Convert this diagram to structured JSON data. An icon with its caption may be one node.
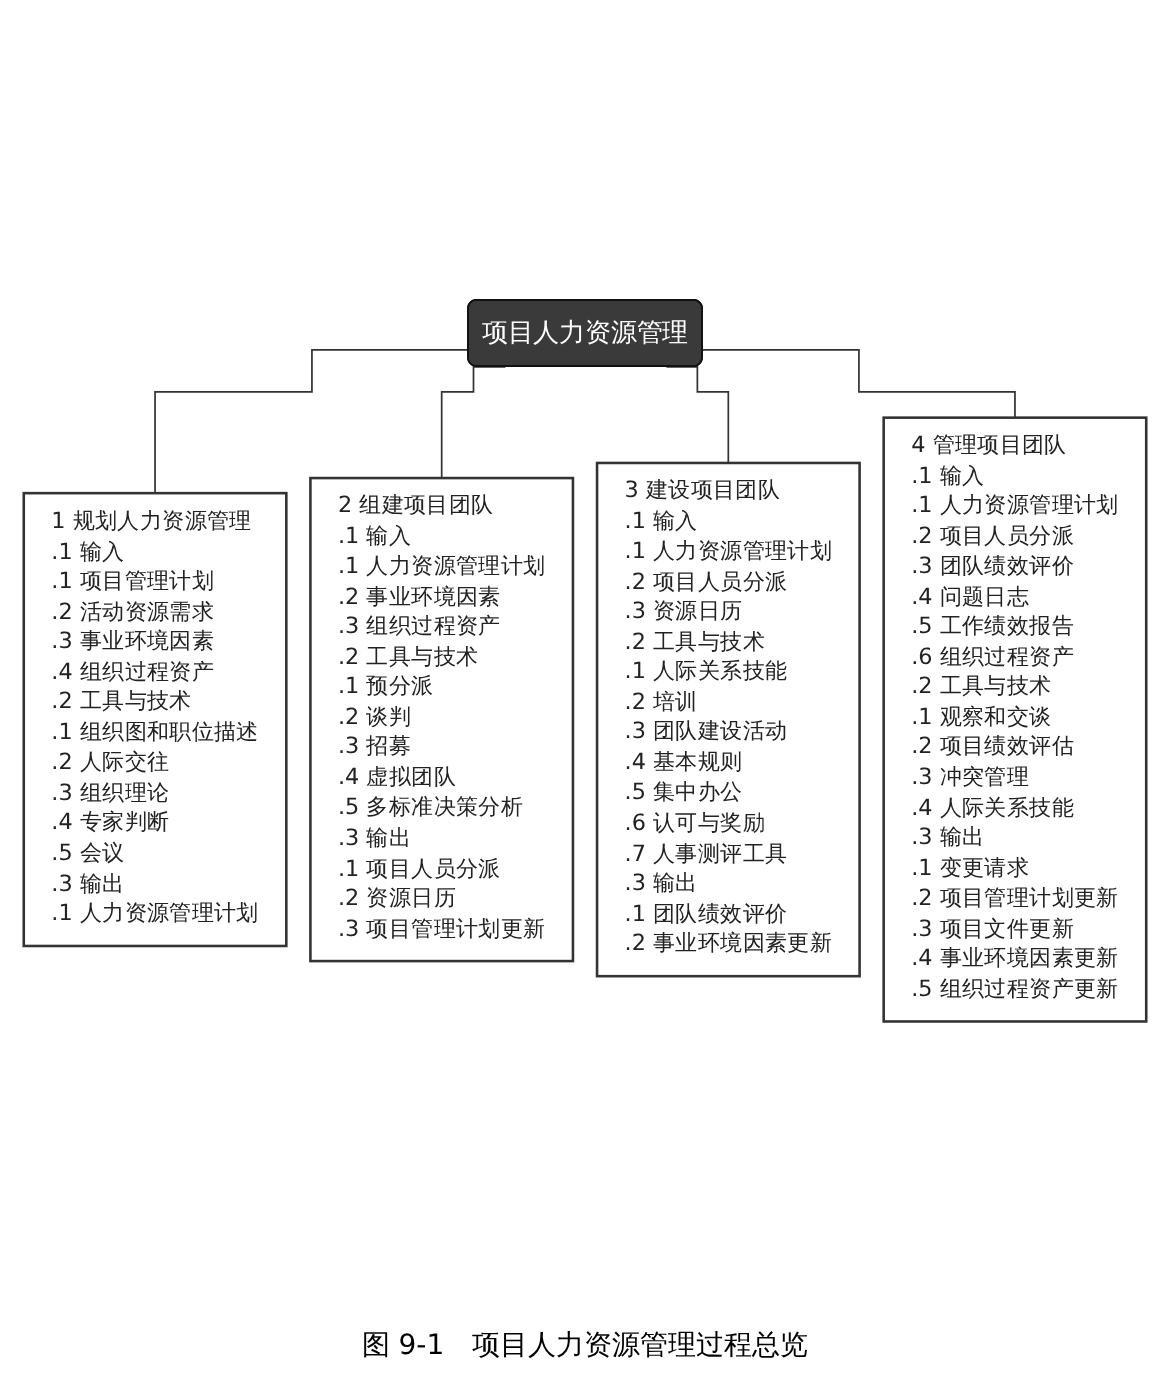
{
  "diagram": {
    "caption": "图 9-1　项目人力资源管理过程总览",
    "nodes": [
      {
        "text": [
          "项目人力资源管理"
        ]
      },
      {
        "text": [
          "1 规划人力资源管理",
          ".1 输入",
          ".1 项目管理计划",
          ".2 活动资源需求",
          ".3 事业环境因素",
          ".4 组织过程资产",
          ".2 工具与技术",
          ".1 组织图和职位描述",
          ".2 人际交往",
          ".3 组织理论",
          ".4 专家判断",
          ".5 会议",
          ".3 输出",
          ".1 人力资源管理计划"
        ]
      },
      {
        "text": [
          "2 组建项目团队",
          ".1 输入",
          ".1 人力资源管理计划",
          ".2 事业环境因素",
          ".3 组织过程资产",
          ".2 工具与技术",
          ".1 预分派",
          ".2 谈判",
          ".3 招募",
          ".4 虚拟团队",
          ".5 多标准决策分析",
          ".3 输出",
          ".1 项目人员分派",
          ".2 资源日历",
          ".3 项目管理计划更新"
        ]
      },
      {
        "text": [
          "3 建设项目团队",
          ".1 输入",
          ".1 人力资源管理计划",
          ".2 项目人员分派",
          ".3 资源日历",
          ".2 工具与技术",
          ".1 人际关系技能",
          ".2 培训",
          ".3 团队建设活动",
          ".4 基本规则",
          ".5 集中办公",
          ".6 认可与奖励",
          ".7 人事测评工具",
          ".3 输出",
          ".1 团队绩效评价",
          ".2 事业环境因素更新"
        ]
      },
      {
        "text": [
          "4 管理项目团队",
          ".1 输入",
          ".1 人力资源管理计划",
          ".2 项目人员分派",
          ".3 团队绩效评价",
          ".4 问题日志",
          ".5 工作绩效报告",
          ".6 组织过程资产",
          ".2 工具与技术",
          ".1 观察和交谈",
          ".2 项目绩效评估",
          ".3 冲突管理",
          ".4 人际关系技能",
          ".3 输出",
          ".1 变更请求",
          ".2 项目管理计划更新",
          ".3 项目文件更新",
          ".4 事业环境因素更新",
          ".5 组织过程资产更新"
        ]
      }
    ],
    "edges": [
      {
        "from": 0,
        "to": 1,
        "arrow": "none"
      },
      {
        "from": 0,
        "to": 2,
        "arrow": "none"
      },
      {
        "from": 0,
        "to": 3,
        "arrow": "none"
      },
      {
        "from": 0,
        "to": 4,
        "arrow": "none"
      }
    ]
  }
}
